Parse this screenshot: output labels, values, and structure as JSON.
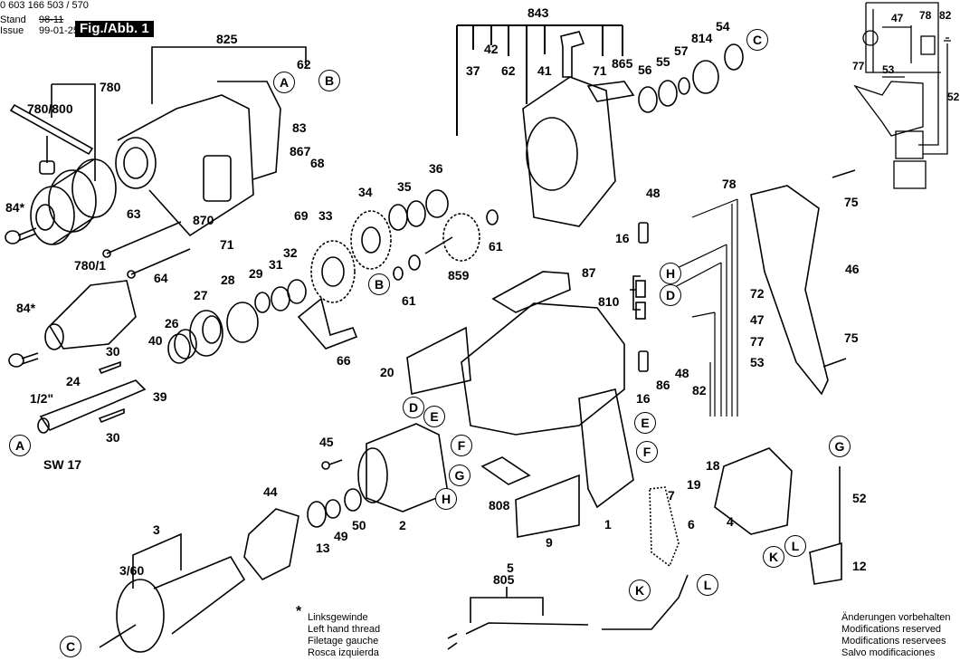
{
  "header": {
    "part_number": "0 603 166 503 / 570",
    "stand_label": "Stand",
    "stand_value": "98-11",
    "issue_label": "Issue",
    "issue_value": "99-01-25",
    "figure_label": "Fig./Abb. 1"
  },
  "footnote": {
    "symbol": "*",
    "lines": [
      "Linksgewinde",
      "Left hand thread",
      "Filetage gauche",
      "Rosca izquierda"
    ]
  },
  "disclaimer": {
    "lines": [
      "Änderungen vorbehalten",
      "Modifications reserved",
      "Modifications reservees",
      "Salvo modificaciones"
    ]
  },
  "part_labels": [
    {
      "id": "780",
      "text": "780"
    },
    {
      "id": "780-800",
      "text": "780/800"
    },
    {
      "id": "825",
      "text": "825"
    },
    {
      "id": "62a",
      "text": "62"
    },
    {
      "id": "83",
      "text": "83"
    },
    {
      "id": "867",
      "text": "867"
    },
    {
      "id": "68",
      "text": "68"
    },
    {
      "id": "870",
      "text": "870"
    },
    {
      "id": "69",
      "text": "69"
    },
    {
      "id": "71a",
      "text": "71"
    },
    {
      "id": "63",
      "text": "63"
    },
    {
      "id": "64",
      "text": "64"
    },
    {
      "id": "84a",
      "text": "84*"
    },
    {
      "id": "780-1",
      "text": "780/1"
    },
    {
      "id": "84b",
      "text": "84*"
    },
    {
      "id": "30a",
      "text": "30"
    },
    {
      "id": "24",
      "text": "24"
    },
    {
      "id": "half-inch",
      "text": "1/2\""
    },
    {
      "id": "30b",
      "text": "30"
    },
    {
      "id": "sw17",
      "text": "SW 17"
    },
    {
      "id": "40",
      "text": "40"
    },
    {
      "id": "39",
      "text": "39"
    },
    {
      "id": "26",
      "text": "26"
    },
    {
      "id": "27",
      "text": "27"
    },
    {
      "id": "28",
      "text": "28"
    },
    {
      "id": "29",
      "text": "29"
    },
    {
      "id": "31",
      "text": "31"
    },
    {
      "id": "32",
      "text": "32"
    },
    {
      "id": "33",
      "text": "33"
    },
    {
      "id": "66",
      "text": "66"
    },
    {
      "id": "34",
      "text": "34"
    },
    {
      "id": "35",
      "text": "35"
    },
    {
      "id": "36",
      "text": "36"
    },
    {
      "id": "61a",
      "text": "61"
    },
    {
      "id": "61b",
      "text": "61"
    },
    {
      "id": "859",
      "text": "859"
    },
    {
      "id": "843",
      "text": "843"
    },
    {
      "id": "37",
      "text": "37"
    },
    {
      "id": "42",
      "text": "42"
    },
    {
      "id": "62b",
      "text": "62"
    },
    {
      "id": "41",
      "text": "41"
    },
    {
      "id": "71b",
      "text": "71"
    },
    {
      "id": "865",
      "text": "865"
    },
    {
      "id": "56",
      "text": "56"
    },
    {
      "id": "55",
      "text": "55"
    },
    {
      "id": "57",
      "text": "57"
    },
    {
      "id": "814",
      "text": "814"
    },
    {
      "id": "54",
      "text": "54"
    },
    {
      "id": "87",
      "text": "87"
    },
    {
      "id": "20",
      "text": "20"
    },
    {
      "id": "810",
      "text": "810"
    },
    {
      "id": "48a",
      "text": "48"
    },
    {
      "id": "16a",
      "text": "16"
    },
    {
      "id": "16b",
      "text": "16"
    },
    {
      "id": "86",
      "text": "86"
    },
    {
      "id": "48b",
      "text": "48"
    },
    {
      "id": "78",
      "text": "78"
    },
    {
      "id": "47",
      "text": "47"
    },
    {
      "id": "77",
      "text": "77"
    },
    {
      "id": "53",
      "text": "53"
    },
    {
      "id": "72",
      "text": "72"
    },
    {
      "id": "75a",
      "text": "75"
    },
    {
      "id": "46",
      "text": "46"
    },
    {
      "id": "75b",
      "text": "75"
    },
    {
      "id": "82",
      "text": "82"
    },
    {
      "id": "45",
      "text": "45"
    },
    {
      "id": "2",
      "text": "2"
    },
    {
      "id": "808",
      "text": "808"
    },
    {
      "id": "9",
      "text": "9"
    },
    {
      "id": "1",
      "text": "1"
    },
    {
      "id": "44",
      "text": "44"
    },
    {
      "id": "13",
      "text": "13"
    },
    {
      "id": "49",
      "text": "49"
    },
    {
      "id": "50",
      "text": "50"
    },
    {
      "id": "3",
      "text": "3"
    },
    {
      "id": "3-60",
      "text": "3/60"
    },
    {
      "id": "7",
      "text": "7"
    },
    {
      "id": "19",
      "text": "19"
    },
    {
      "id": "18",
      "text": "18"
    },
    {
      "id": "6",
      "text": "6"
    },
    {
      "id": "4",
      "text": "4"
    },
    {
      "id": "52",
      "text": "52"
    },
    {
      "id": "12",
      "text": "12"
    },
    {
      "id": "5",
      "text": "5"
    },
    {
      "id": "805",
      "text": "805"
    }
  ],
  "connector_refs": [
    {
      "id": "A1",
      "text": "A"
    },
    {
      "id": "B1",
      "text": "B"
    },
    {
      "id": "A2",
      "text": "A"
    },
    {
      "id": "B2",
      "text": "B"
    },
    {
      "id": "C1",
      "text": "C"
    },
    {
      "id": "C2",
      "text": "C"
    },
    {
      "id": "D1",
      "text": "D"
    },
    {
      "id": "E1",
      "text": "E"
    },
    {
      "id": "F1",
      "text": "F"
    },
    {
      "id": "G1",
      "text": "G"
    },
    {
      "id": "H1",
      "text": "H"
    },
    {
      "id": "H2",
      "text": "H"
    },
    {
      "id": "D2",
      "text": "D"
    },
    {
      "id": "E2",
      "text": "E"
    },
    {
      "id": "F2",
      "text": "F"
    },
    {
      "id": "K1",
      "text": "K"
    },
    {
      "id": "L1",
      "text": "L"
    },
    {
      "id": "K2",
      "text": "K"
    },
    {
      "id": "L2",
      "text": "L"
    },
    {
      "id": "G2",
      "text": "G"
    }
  ],
  "wiring_inset": {
    "labels": [
      "47",
      "78",
      "82",
      "77",
      "53",
      "52"
    ]
  }
}
